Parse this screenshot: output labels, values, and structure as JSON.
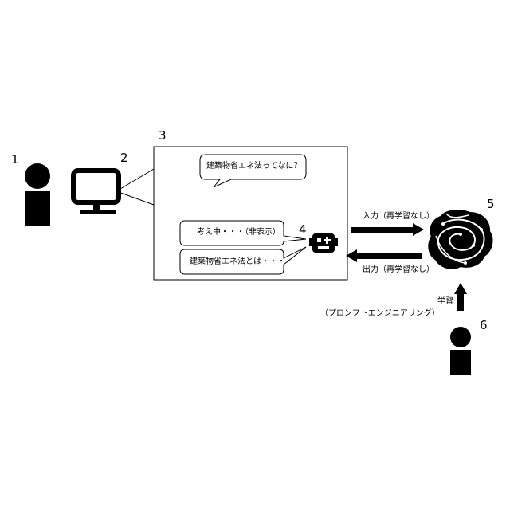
{
  "numbers": {
    "n1": "1",
    "n2": "2",
    "n3": "3",
    "n4": "4",
    "n5": "5",
    "n6": "6"
  },
  "chat": {
    "question": "建築物省エネ法ってなに？",
    "thinking": "考え中・・・（非表示）",
    "answer": "建築物省エネ法とは・・・"
  },
  "flow": {
    "input_label": "入力（再学習なし）",
    "output_label": "出力（再学習なし）",
    "learn_label": "学習",
    "learn_sub": "（プロンフトエンジニアリング）"
  },
  "icons": {
    "user": "person-icon",
    "terminal": "monitor-icon",
    "bot": "robot-icon",
    "model": "brain-maze-icon",
    "engineer": "person-icon"
  },
  "colors": {
    "ink": "#000000",
    "paper": "#ffffff"
  }
}
